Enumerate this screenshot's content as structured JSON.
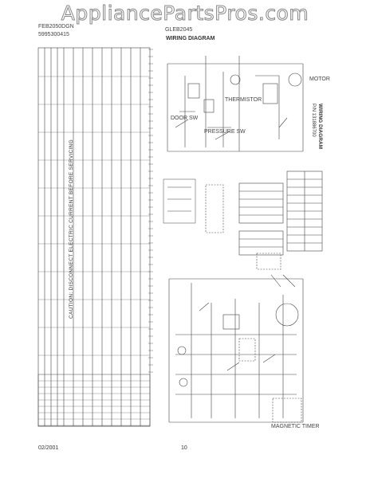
{
  "watermark": "AppliancePartsPros.com",
  "header": {
    "model_line": "FEB2050DGN",
    "part_line": "5995300415",
    "center_line": "GLEB2045",
    "title": "WIRING DIAGRAM"
  },
  "caution": "CAUTION: DISCONNECT ELECTRIC CURRENT BEFORE SERVICING",
  "side": {
    "title": "WIRING DIAGRAM",
    "pn": "P/N 131886700"
  },
  "footer": {
    "date": "02/2001",
    "page": "10"
  },
  "labels": {
    "motor": "MOTOR",
    "magnetic_timer": "MAGNETIC TIMER",
    "thermistor": "THERMISTOR",
    "door_switch": "DOOR SW",
    "pressure_switch": "PRESSURE SW"
  }
}
